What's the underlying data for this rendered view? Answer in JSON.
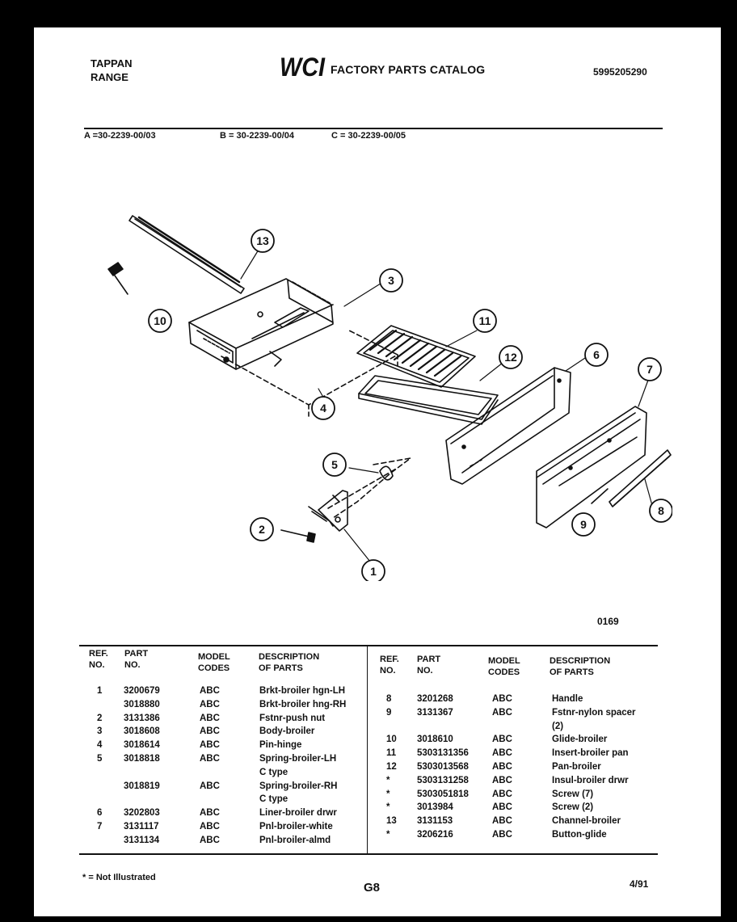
{
  "header": {
    "brand_line1": "TAPPAN",
    "brand_line2": "RANGE",
    "logo_text": "WCI",
    "catalog_title": "FACTORY PARTS CATALOG",
    "catalog_number": "5995205290"
  },
  "models": {
    "a": "A =30-2239-00/03",
    "b": "B = 30-2239-00/04",
    "c": "C = 30-2239-00/05"
  },
  "diagram": {
    "callouts": [
      "13",
      "3",
      "10",
      "11",
      "12",
      "6",
      "7",
      "4",
      "5",
      "2",
      "1",
      "9",
      "8"
    ],
    "code": "0169"
  },
  "table": {
    "headers": {
      "ref": "REF.\nNO.",
      "part": "PART\nNO.",
      "model": "MODEL\nCODES",
      "desc": "DESCRIPTION\nOF PARTS"
    },
    "left_rows": [
      {
        "ref": "1",
        "part": "3200679",
        "model": "ABC",
        "desc": "Brkt-broiler hgn-LH"
      },
      {
        "ref": "",
        "part": "3018880",
        "model": "ABC",
        "desc": "Brkt-broiler hng-RH"
      },
      {
        "ref": "2",
        "part": "3131386",
        "model": "ABC",
        "desc": "Fstnr-push nut"
      },
      {
        "ref": "3",
        "part": "3018608",
        "model": "ABC",
        "desc": "Body-broiler"
      },
      {
        "ref": "4",
        "part": "3018614",
        "model": "ABC",
        "desc": "Pin-hinge"
      },
      {
        "ref": "5",
        "part": "3018818",
        "model": "ABC",
        "desc": "Spring-broiler-LH"
      },
      {
        "ref": "",
        "part": "",
        "model": "",
        "desc": "C type"
      },
      {
        "ref": "",
        "part": "3018819",
        "model": "ABC",
        "desc": "Spring-broiler-RH"
      },
      {
        "ref": "",
        "part": "",
        "model": "",
        "desc": "C type"
      },
      {
        "ref": "6",
        "part": "3202803",
        "model": "ABC",
        "desc": "Liner-broiler drwr"
      },
      {
        "ref": "7",
        "part": "3131117",
        "model": "ABC",
        "desc": "Pnl-broiler-white"
      },
      {
        "ref": "",
        "part": "3131134",
        "model": "ABC",
        "desc": "Pnl-broiler-almd"
      }
    ],
    "right_rows": [
      {
        "ref": "8",
        "part": "3201268",
        "model": "ABC",
        "desc": "Handle"
      },
      {
        "ref": "9",
        "part": "3131367",
        "model": "ABC",
        "desc": "Fstnr-nylon spacer"
      },
      {
        "ref": "",
        "part": "",
        "model": "",
        "desc": "(2)"
      },
      {
        "ref": "10",
        "part": "3018610",
        "model": "ABC",
        "desc": "Glide-broiler"
      },
      {
        "ref": "11",
        "part": "5303131356",
        "model": "ABC",
        "desc": "Insert-broiler pan"
      },
      {
        "ref": "12",
        "part": "5303013568",
        "model": "ABC",
        "desc": "Pan-broiler"
      },
      {
        "ref": "*",
        "part": "5303131258",
        "model": "ABC",
        "desc": "Insul-broiler drwr"
      },
      {
        "ref": "*",
        "part": "5303051818",
        "model": "ABC",
        "desc": "Screw (7)"
      },
      {
        "ref": "*",
        "part": "3013984",
        "model": "ABC",
        "desc": "Screw (2)"
      },
      {
        "ref": "13",
        "part": "3131153",
        "model": "ABC",
        "desc": "Channel-broiler"
      },
      {
        "ref": "*",
        "part": "3206216",
        "model": "ABC",
        "desc": "Button-glide"
      }
    ]
  },
  "footer": {
    "note": "* = Not Illustrated",
    "page": "G8",
    "date": "4/91"
  }
}
